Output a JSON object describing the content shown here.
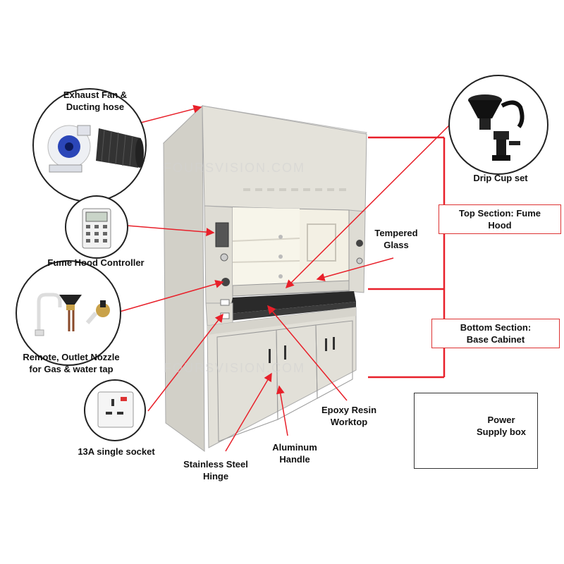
{
  "labels": {
    "exhaust": "Exhaust Fan &\nDucting hose",
    "controller": "Fume Hood Controller",
    "remote": "Remote, Outlet Nozzle\nfor Gas & water tap",
    "socket": "13A single socket",
    "hinge": "Stainless Steel\nHinge",
    "handle": "Aluminum\nHandle",
    "epoxy": "Epoxy Resin\nWorktop",
    "glass": "Tempered\nGlass",
    "drip": "Drip Cup set",
    "top_section": "Top Section: Fume\nHood",
    "bottom_section": "Bottom Section:\nBase Cabinet",
    "power": "Power\nSupply box"
  },
  "watermark": "FOURSVISION.COM",
  "colors": {
    "arrow": "#e8202a",
    "cabinet": "#e6e4dc",
    "cabinet_side": "#cfcdc5",
    "worktop": "#2a2a2a"
  }
}
